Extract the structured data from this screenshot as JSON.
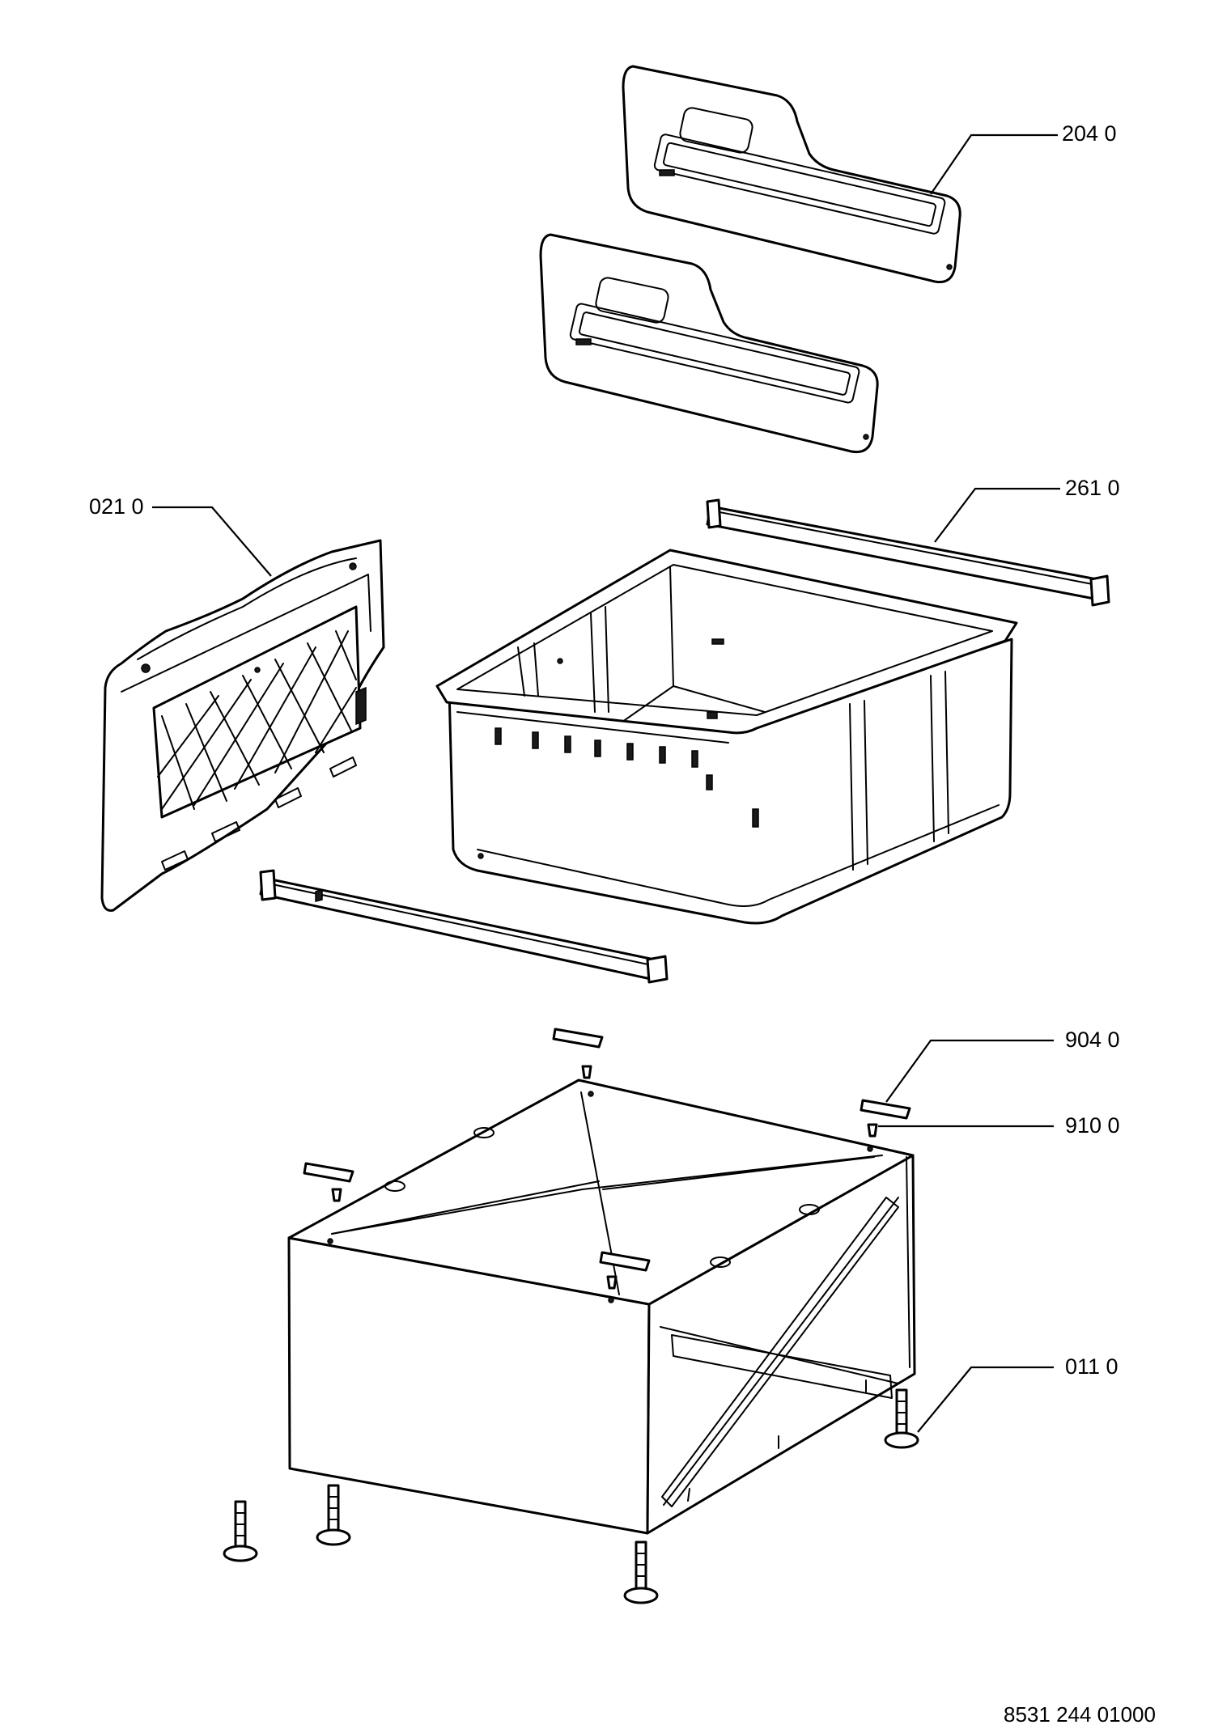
{
  "callouts": [
    {
      "id": "side-panel-upper",
      "label": "204 0"
    },
    {
      "id": "rail-rear",
      "label": "261 0"
    },
    {
      "id": "front-panel",
      "label": "021 0"
    },
    {
      "id": "pad",
      "label": "904 0"
    },
    {
      "id": "screw",
      "label": "910 0"
    },
    {
      "id": "foot",
      "label": "011 0"
    }
  ],
  "document_number": "8531 244 01000"
}
